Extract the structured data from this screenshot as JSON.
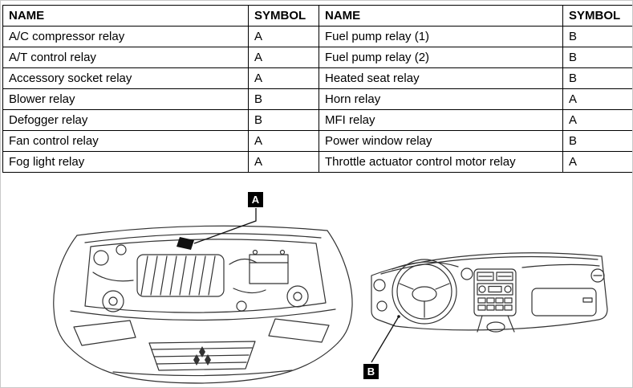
{
  "table": {
    "headers": [
      "NAME",
      "SYMBOL",
      "NAME",
      "SYMBOL"
    ],
    "rows": [
      [
        "A/C compressor relay",
        "A",
        "Fuel pump relay (1)",
        "B"
      ],
      [
        "A/T control relay",
        "A",
        "Fuel pump relay (2)",
        "B"
      ],
      [
        "Accessory socket relay",
        "A",
        "Heated seat relay",
        "B"
      ],
      [
        "Blower relay",
        "B",
        "Horn relay",
        "A"
      ],
      [
        "Defogger relay",
        "B",
        "MFI relay",
        "A"
      ],
      [
        "Fan control relay",
        "A",
        "Power window relay",
        "B"
      ],
      [
        "Fog light relay",
        "A",
        "Throttle actuator control motor relay",
        "A"
      ]
    ]
  },
  "figures": {
    "engine_label": "A",
    "dashboard_label": "B"
  }
}
